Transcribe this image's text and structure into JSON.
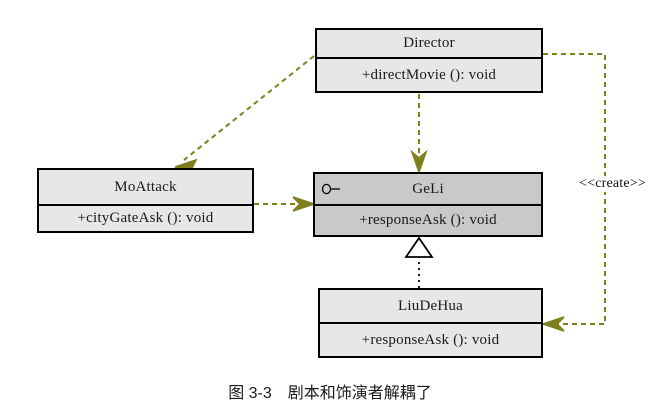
{
  "diagram": {
    "type": "uml-class-diagram",
    "caption": "图 3-3　剧本和饰演者解耦了",
    "colors": {
      "box_fill": "#e7e7e7",
      "interface_fill": "#c9c9c9",
      "border": "#000000",
      "dependency_arrow": "#7f7f1e",
      "realization_arrow": "#000000",
      "background": "#ffffff"
    },
    "classes": [
      {
        "id": "director",
        "name": "Director",
        "operations": "+directMovie (): void",
        "stereotype_icon": "",
        "shaded": false
      },
      {
        "id": "moattack",
        "name": "MoAttack",
        "operations": "+cityGateAsk (): void",
        "stereotype_icon": "",
        "shaded": false
      },
      {
        "id": "geli",
        "name": "GeLi",
        "operations": "+responseAsk (): void",
        "stereotype_icon": "lollipop-interface-icon",
        "shaded": true
      },
      {
        "id": "liudehua",
        "name": "LiuDeHua",
        "operations": "+responseAsk (): void",
        "stereotype_icon": "",
        "shaded": false
      }
    ],
    "relations": [
      {
        "id": "director-to-moattack",
        "from": "Director",
        "to": "MoAttack",
        "kind": "dependency",
        "line": "dashed",
        "label": ""
      },
      {
        "id": "director-to-geli",
        "from": "Director",
        "to": "GeLi",
        "kind": "dependency",
        "line": "dashed",
        "label": ""
      },
      {
        "id": "moattack-to-geli",
        "from": "MoAttack",
        "to": "GeLi",
        "kind": "dependency",
        "line": "dashed",
        "label": ""
      },
      {
        "id": "liudehua-realizes-geli",
        "from": "LiuDeHua",
        "to": "GeLi",
        "kind": "realization",
        "line": "dotted",
        "label": ""
      },
      {
        "id": "director-creates-liudehua",
        "from": "Director",
        "to": "LiuDeHua",
        "kind": "dependency",
        "line": "dashed",
        "label": "<<create>>"
      }
    ]
  }
}
